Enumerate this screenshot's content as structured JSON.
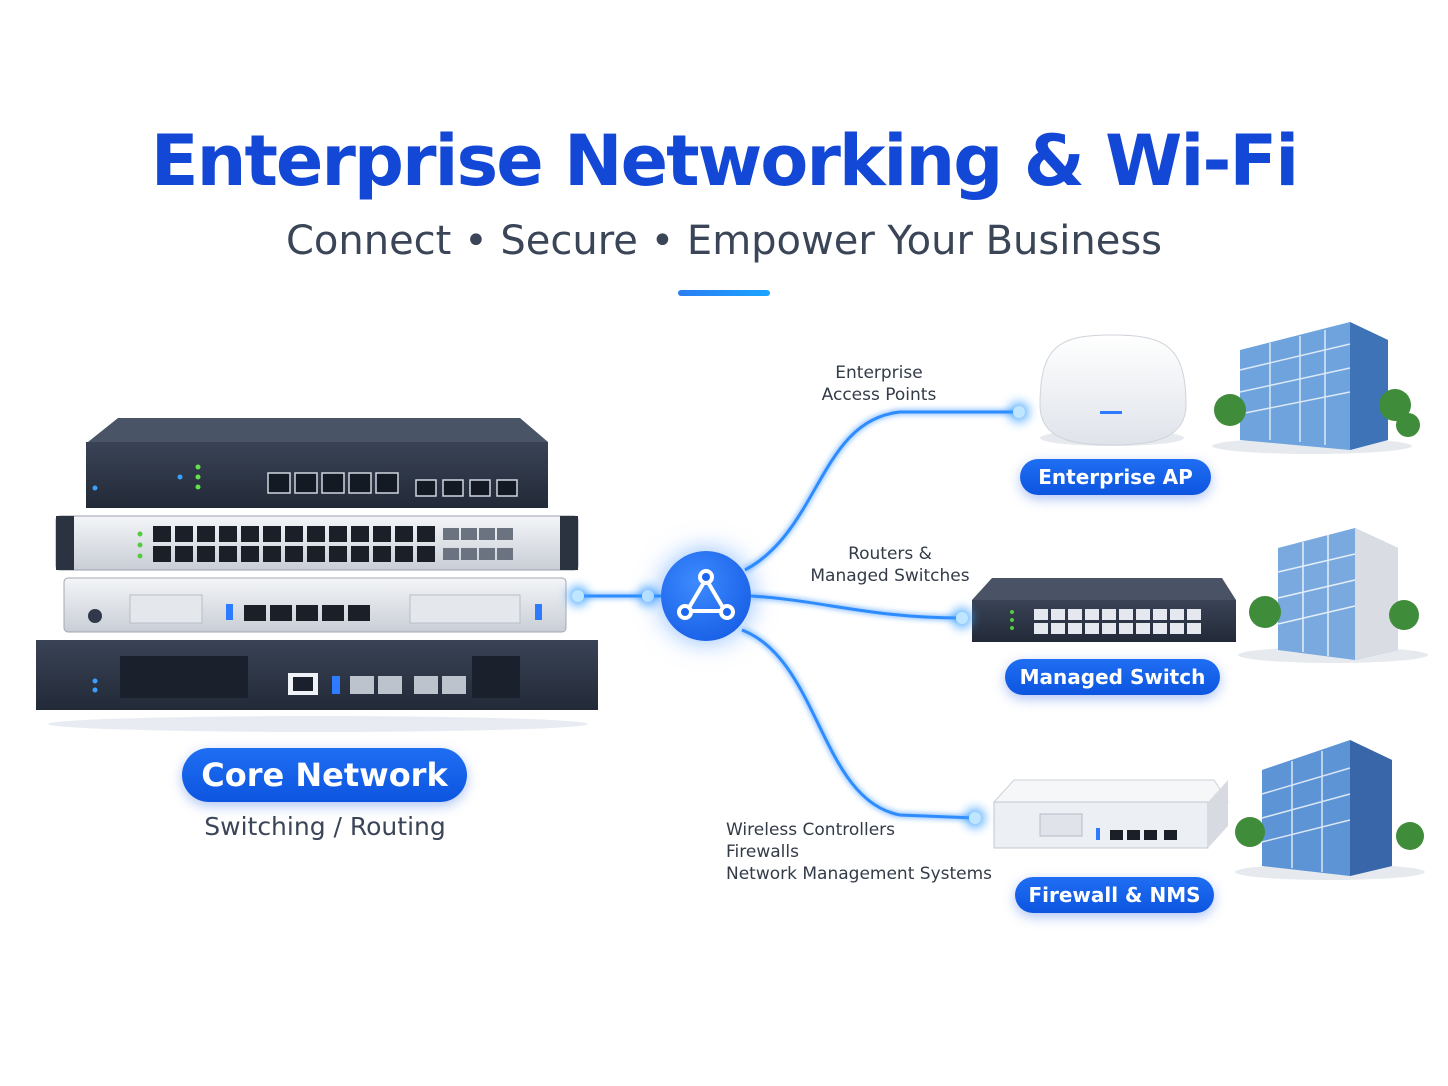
{
  "header": {
    "title": "Enterprise Networking & Wi-Fi",
    "subtitle": "Connect • Secure • Empower Your Business"
  },
  "core": {
    "badge": "Core Network",
    "caption": "Switching / Routing"
  },
  "branches": [
    {
      "annotation": [
        "Enterprise",
        "Access Points"
      ],
      "badge": "Enterprise AP"
    },
    {
      "annotation": [
        "Routers &",
        "Managed Switches"
      ],
      "badge": "Managed Switch"
    },
    {
      "annotation": [
        "Wireless Controllers",
        "Firewalls",
        "Network Management Systems"
      ],
      "badge": "Firewall & NMS"
    }
  ],
  "colors": {
    "accent": "#1347d6",
    "pill": "#0d55e0",
    "link": "#2f8cff"
  },
  "icons": {
    "hub": "network-hub-icon"
  }
}
